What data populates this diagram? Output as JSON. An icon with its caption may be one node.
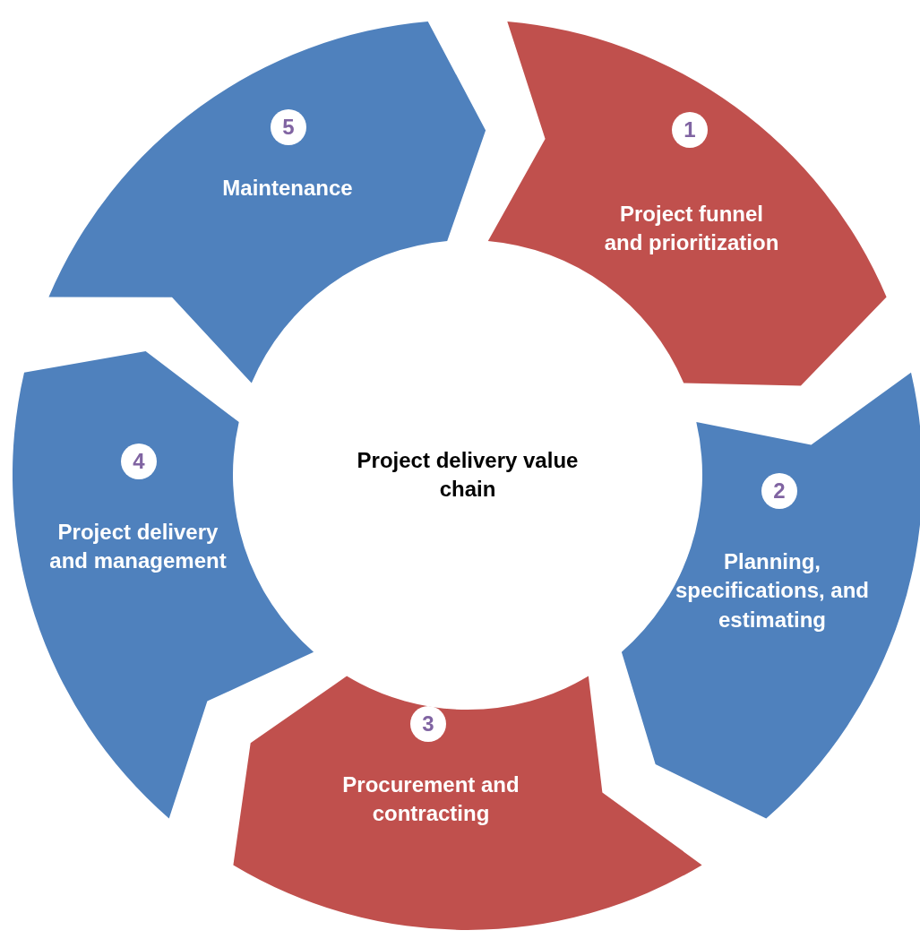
{
  "diagram": {
    "nodes": [
      {
        "text": [
          "Project delivery value chain"
        ]
      },
      {
        "text": [
          "1",
          "Project funnel and prioritization"
        ]
      },
      {
        "text": [
          "2",
          "Planning, specifications, and estimating"
        ]
      },
      {
        "text": [
          "3",
          "Procurement and contracting"
        ]
      },
      {
        "text": [
          "4",
          "Project delivery and management"
        ]
      },
      {
        "text": [
          "5",
          "Maintenance"
        ]
      }
    ],
    "edges": []
  }
}
